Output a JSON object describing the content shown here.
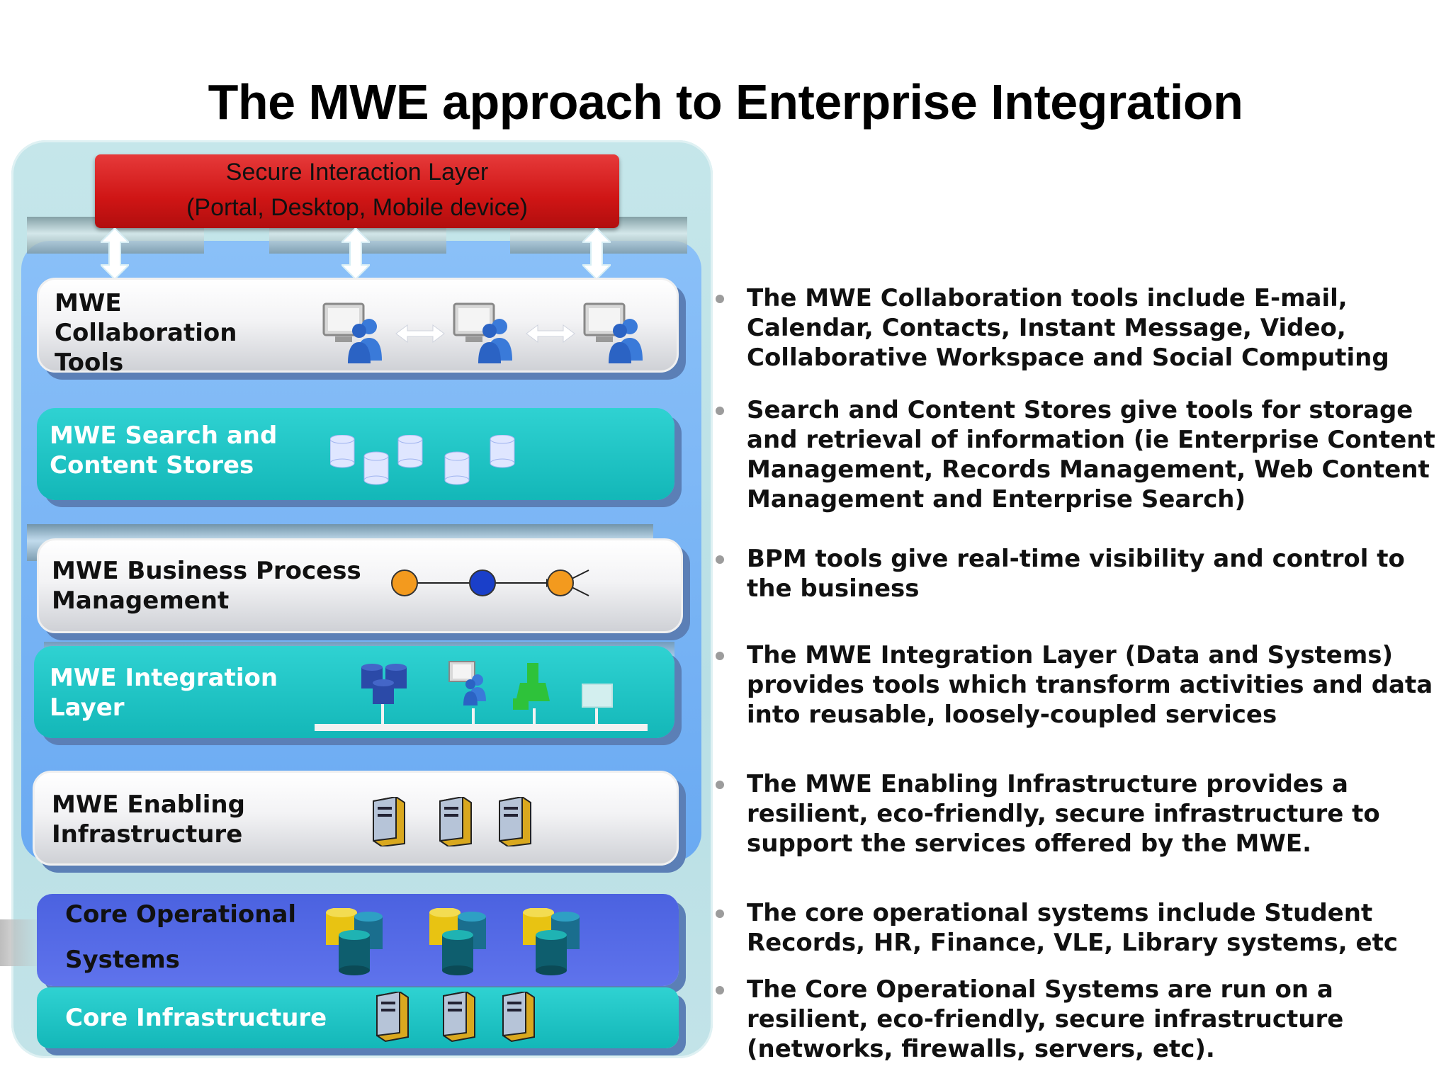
{
  "title": "The MWE approach to Enterprise Integration",
  "secure_layer": {
    "line1": "Secure Interaction Layer",
    "line2": "(Portal, Desktop, Mobile device)"
  },
  "layers": {
    "collaboration": "MWE\nCollaboration\nTools",
    "search": "MWE Search and\nContent Stores",
    "bpm": "MWE Business Process\nManagement",
    "integration": "MWE Integration\nLayer",
    "enabling": "MWE Enabling\nInfrastructure",
    "core_ops_line1": "Core Operational",
    "core_ops_line2": "Systems",
    "core_infra": "Core Infrastructure"
  },
  "bullets": {
    "collaboration": "The MWE Collaboration tools include E-mail, Calendar, Contacts, Instant Message, Video, Collaborative Workspace and Social Computing",
    "search": "Search and Content Stores give tools for storage and retrieval of information (ie Enterprise Content Management, Records Management, Web Content Management and Enterprise Search)",
    "bpm": "BPM tools give real-time visibility and control to the business",
    "integration": "The MWE Integration Layer (Data and Systems) provides tools which transform activities and data into reusable, loosely-coupled services",
    "enabling": "The MWE Enabling Infrastructure provides a resilient, eco-friendly, secure infrastructure to support the services offered by the MWE.",
    "core_ops": "The core operational systems include Student Records, HR, Finance, VLE, Library systems, etc",
    "core_infra": "The Core Operational Systems are run on a resilient, eco-friendly, secure infrastructure (networks, firewalls, servers, etc)."
  },
  "icons": {
    "collaboration": [
      "computer-user-icon",
      "double-arrow-icon",
      "computer-user-icon",
      "double-arrow-icon",
      "computer-user-icon"
    ],
    "search": "database-icon",
    "bpm": "process-flow-icon",
    "integration": [
      "database-cluster-icon",
      "computer-user-icon",
      "green-connector-icon",
      "terminal-icon"
    ],
    "enabling": "server-icon",
    "core_ops": "database-stack-icon",
    "core_infra": "server-icon"
  },
  "colors": {
    "secure_red": "#cf1515",
    "teal": "#13b7b8",
    "core_blue": "#4b62e0",
    "panel_blue": "#7ab4f5"
  }
}
